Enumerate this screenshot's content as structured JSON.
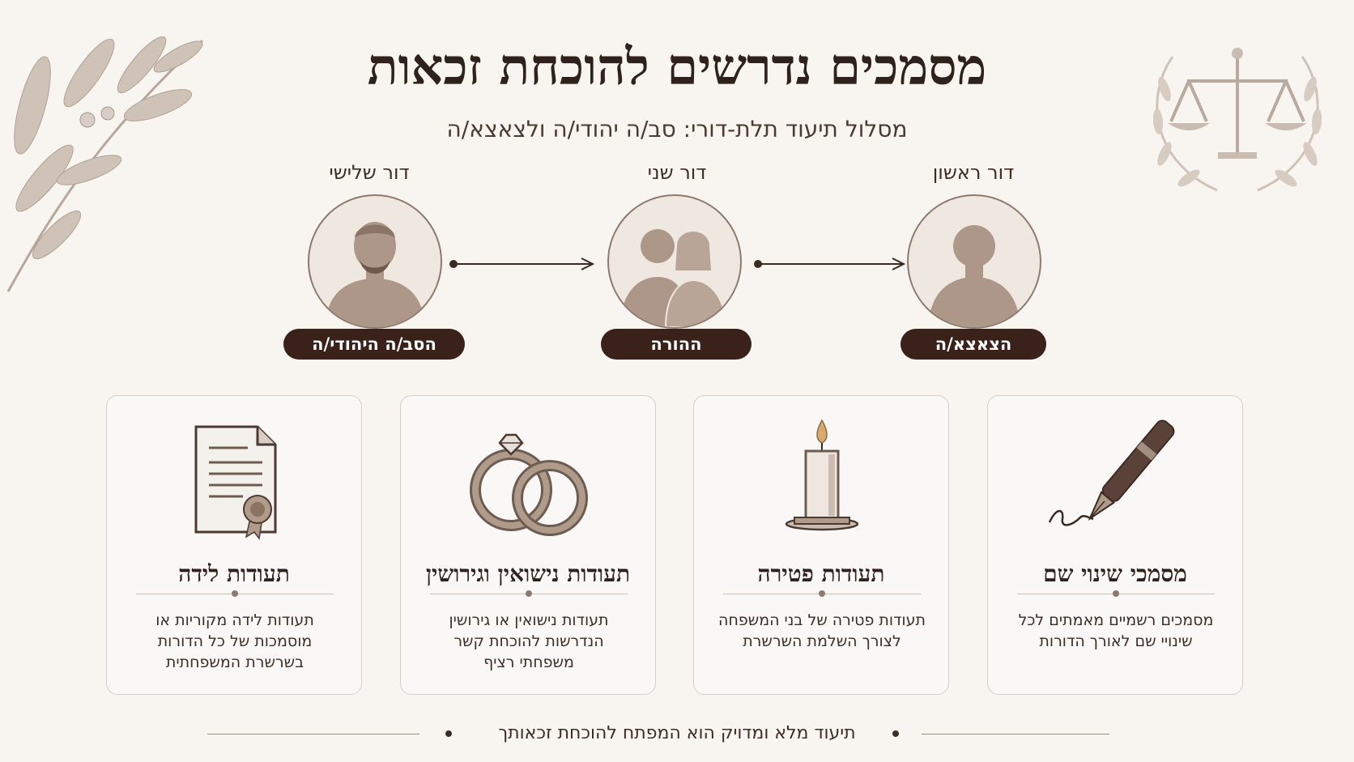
{
  "header": {
    "title": "מסמכים נדרשים להוכחת זכאות",
    "subtitle": "מסלול תיעוד תלת-דורי: סב/ה יהודי/ה ולצאצא/ה"
  },
  "generations": [
    {
      "label": "דור ראשון",
      "role": "הסב/ה היהודי/ה"
    },
    {
      "label": "דור שני",
      "role": "ההורה"
    },
    {
      "label": "דור שלישי",
      "role": "הצאצא/ה"
    }
  ],
  "cards": [
    {
      "title": "תעודות לידה",
      "description": "תעודות לידה מקוריות או מוסמכות של כל הדורות בשרשרת המשפחתית",
      "icon": "birth-certificate-icon"
    },
    {
      "title": "תעודות נישואין וגירושין",
      "description": "תעודות נישואין או גירושין הנדרשות להוכחת קשר משפחתי רציף",
      "icon": "wedding-rings-icon"
    },
    {
      "title": "תעודות פטירה",
      "description": "תעודות פטירה של בני המשפחה לצורך השלמת השרשרת",
      "icon": "candle-icon"
    },
    {
      "title": "מסמכי שינוי שם",
      "description": "מסמכים רשמיים מאמתים לכל שינויי שם לאורך הדורות",
      "icon": "fountain-pen-icon"
    }
  ],
  "footer": {
    "text": "תיעוד מלא ומדויק הוא המפתח להוכחת זכאותך"
  },
  "colors": {
    "background": "#f8f5f1",
    "accent_dark": "#3a221a",
    "icon_tone": "#a38f80"
  }
}
